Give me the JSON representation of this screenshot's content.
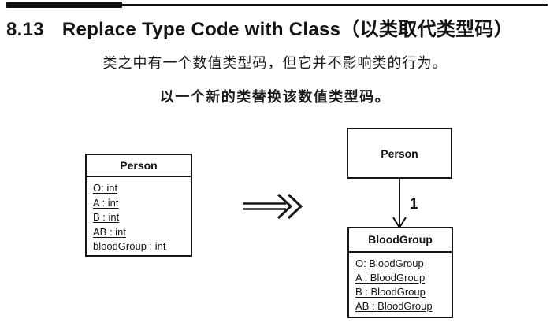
{
  "header": {
    "section_number": "8.13",
    "title": "Replace Type Code with Class（以类取代类型码）"
  },
  "intro": {
    "context": "类之中有一个数值类型码，但它并不影响类的行为。",
    "instruction": "以一个新的类替换该数值类型码。"
  },
  "diagram": {
    "before": {
      "class_name": "Person",
      "attributes": [
        "O: int",
        "A : int",
        "B : int",
        "AB : int",
        "bloodGroup : int"
      ]
    },
    "transform_arrow": "double-arrow-right",
    "after": {
      "source_class_name": "Person",
      "multiplicity_label": "1",
      "target_class_name": "BloodGroup",
      "target_attributes": [
        "O: BloodGroup",
        "A : BloodGroup",
        "B : BloodGroup",
        "AB : BloodGroup"
      ]
    }
  },
  "colors": {
    "ink": "#161616",
    "paper": "#ffffff"
  }
}
